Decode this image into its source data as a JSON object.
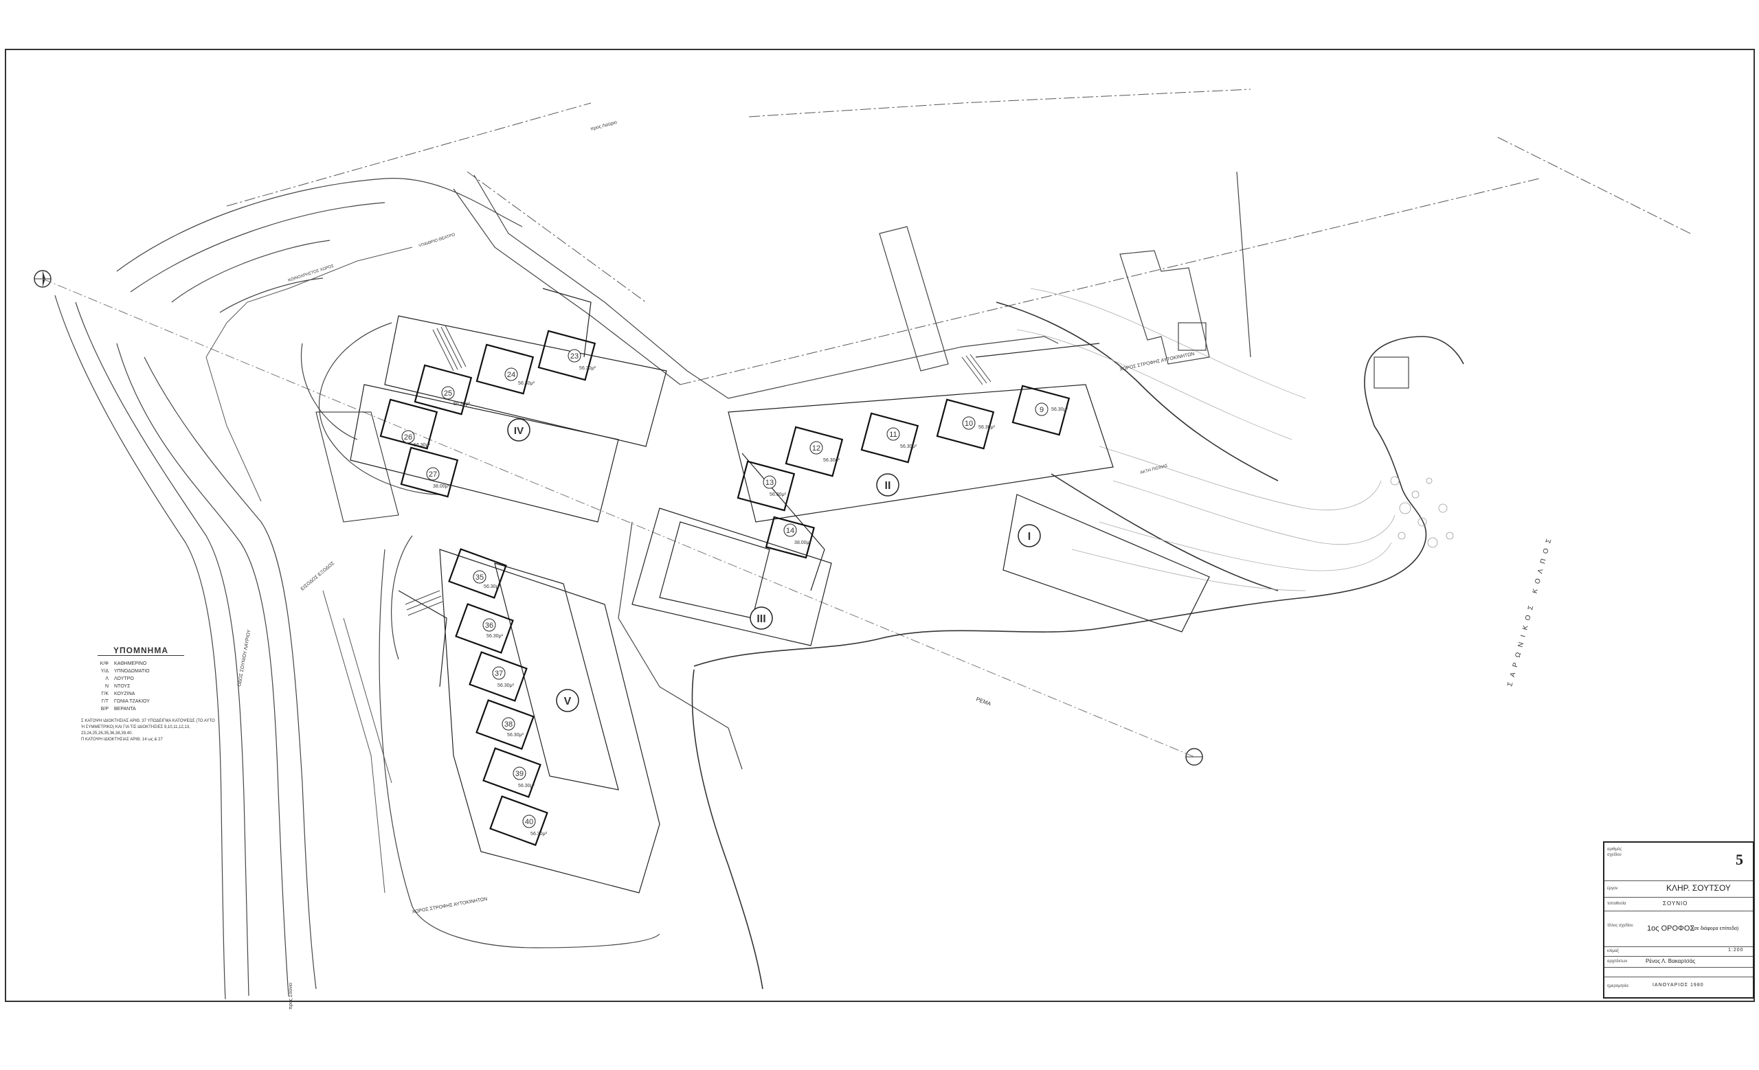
{
  "legend": {
    "title": "ΥΠΟΜΝΗΜΑ",
    "items": [
      {
        "abbr": "Κ/Φ",
        "text": "ΚΑΘΗΜΕΡΙΝΟ"
      },
      {
        "abbr": "Υ/Δ",
        "text": "ΥΠΝΟΔΩΜΑΤΙΟ"
      },
      {
        "abbr": "Λ",
        "text": "ΛΟΥΤΡΟ"
      },
      {
        "abbr": "Ν",
        "text": "ΝΤΟΥΣ"
      },
      {
        "abbr": "Γ/Κ",
        "text": "ΚΟΥΖΙΝΑ"
      },
      {
        "abbr": "Γ/Τ",
        "text": "ΓΩΝΙΑ ΤΖΑΚΙΟΥ"
      },
      {
        "abbr": "Β/Ρ",
        "text": "ΒΕΡΑΝΤΑ"
      }
    ],
    "note_1": "Σ ΚΑΤΟΨΗ ΙΔΙΟΚΤΗΣΙΑΣ ΑΡΙΘ. 37 ΥΠΟΔΕΙΓΜΑ ΚΑΤΟΨΕΩΣ (ΤΟ ΑΥΤΟ Ή ΣΥΜΜΕΤΡΙΚΟ) ΚΑΙ ΓΙΑ ΤΙΣ ΙΔΙΟΚΤΗΣΙΕΣ 9,10,11,12,13, 23,24,25,26,35,36,38,39,40.",
    "note_2": "Π ΚΑΤΟΨΗ ΙΔΙΟΚΤΗΣΙΑΣ ΑΡΙΘ. 14 ως & 27"
  },
  "title_block": {
    "sheet_number_label": "αριθμός σχεδίου",
    "sheet_number": "5",
    "project_label": "έργον",
    "project": "ΚΛΗΡ. ΣΟΥΤΣΟΥ",
    "location_label": "τοποθεσία",
    "location": "ΣΟΥΝΙΟ",
    "drawing_label": "τίτλος σχεδίου",
    "drawing_title": "1ος ΟΡΟΦΟΣ",
    "drawing_subtitle": "(σε διάφορα επίπεδα)",
    "scale_label": "κλίμαξ",
    "scale": "1:200",
    "architect_label": "αρχιτέκτων",
    "architect": "Ρένος Λ. Βακαρτσάς",
    "date_label": "ημερομηνία",
    "date": "ΙΑΝΟΥΑΡΙΟΣ 1980"
  },
  "blocks": [
    {
      "roman": "I"
    },
    {
      "roman": "II"
    },
    {
      "roman": "III"
    },
    {
      "roman": "IV"
    },
    {
      "roman": "V"
    }
  ],
  "units": [
    "9",
    "10",
    "11",
    "12",
    "13",
    "14",
    "23",
    "24",
    "25",
    "26",
    "27",
    "35",
    "36",
    "37",
    "38",
    "39",
    "40"
  ],
  "area_label": "56.30μ²",
  "area_label_alt": "38.00μ²",
  "site_labels": {
    "sea": "ΣΑΡΩΝΙΚΟΣ ΚΟΛΠΟΣ",
    "stream": "ΡΕΜΑ",
    "parking_1": "ΧΩΡΟΣ ΣΤΡΟΦΗΣ ΑΥΤΟΚΙΝΗΤΩΝ",
    "parking_2": "ΧΩΡΟΣ ΣΤΡΟΦΗΣ ΑΥΤΟΚΙΝΗΤΩΝ",
    "entrance": "ΕΙΣΟΔΟΣ ΕΞΟΔΟΣ",
    "road_sounio": "ΟΔΟΣ ΣΟΥΝΙΟΥ",
    "road_lavrio": "προς Λαύριο",
    "road_athens": "προς Σούνιο",
    "community": "ΚΟΙΝΟΧΡΗΣΤΟΣ ΧΩΡΟΣ",
    "theatre": "ΥΠΑΙΘΡΙΟ ΘΕΑΤΡΟ",
    "pool": "ΑΚΤΗ ΠΙΣΙΝΑΣ",
    "road_side": "ΟΔΟΣ ΣΟΥΝΙΟΥ ΛΑΥΡΙΟΥ"
  }
}
